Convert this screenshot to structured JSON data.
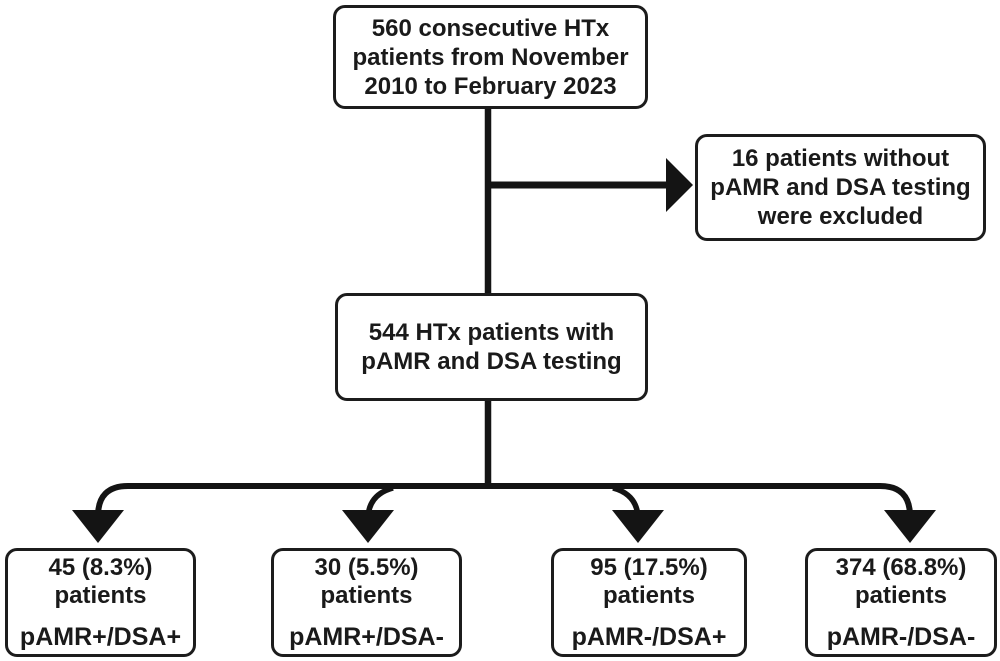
{
  "boxes": {
    "top": {
      "lines": [
        "560 consecutive HTx",
        "patients from November",
        "2010 to February 2023"
      ]
    },
    "excluded": {
      "lines": [
        "16 patients without",
        "pAMR and DSA testing",
        "were excluded"
      ]
    },
    "tested": {
      "lines": [
        "544 HTx patients with",
        "pAMR and DSA testing"
      ]
    },
    "leaves": [
      {
        "count": "45 (8.3%)",
        "label": "patients",
        "group": "pAMR+/DSA+"
      },
      {
        "count": "30 (5.5%)",
        "label": "patients",
        "group": "pAMR+/DSA-"
      },
      {
        "count": "95 (17.5%)",
        "label": "patients",
        "group": "pAMR-/DSA+"
      },
      {
        "count": "374 (68.8%)",
        "label": "patients",
        "group": "pAMR-/DSA-"
      }
    ]
  },
  "colors": {
    "line": "#141414",
    "text": "#1a1a1a",
    "box_background": "#ffffff",
    "page_background": "#ffffff"
  }
}
